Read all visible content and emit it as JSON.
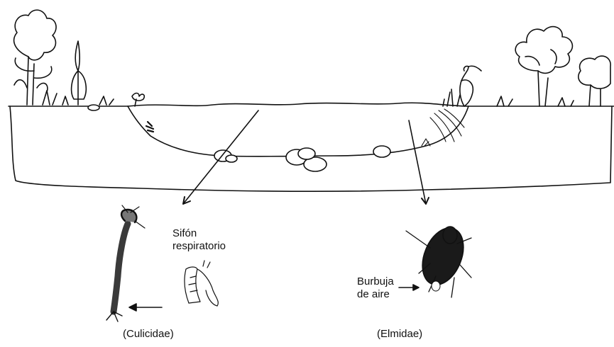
{
  "labels": {
    "siphon_line1": "Sifón",
    "siphon_line2": "respiratorio",
    "bubble_line1": "Burbuja",
    "bubble_line2": "de aire",
    "caption_left": "(Culicidae)",
    "caption_right": "(Elmidae)"
  },
  "colors": {
    "ink": "#111111",
    "larva": "#3a3a3a",
    "beetle": "#1a1a1a",
    "paper": "#ffffff"
  },
  "icons": {
    "left_tree": "tree-icon",
    "heron": "heron-icon",
    "larva": "mosquito-larva-icon",
    "beetle": "riffle-beetle-icon"
  }
}
